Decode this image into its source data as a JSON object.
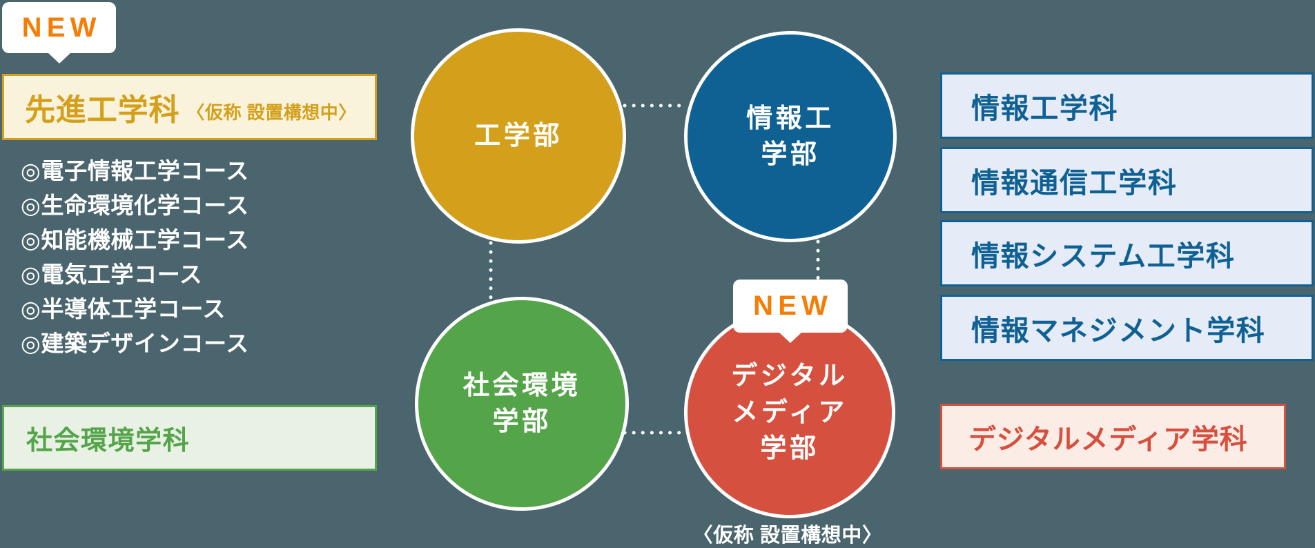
{
  "colors": {
    "background": "#4b656e",
    "gold": "#d4a01c",
    "gold_bg": "#faf3dc",
    "blue": "#0f6193",
    "blue_bg": "#e6ecf7",
    "green": "#54a44a",
    "green_bg": "#e9f1e5",
    "red": "#d5503e",
    "red_bg": "#fcece6",
    "orange": "#f57d05",
    "connector": "#ffffff"
  },
  "left_panel": {
    "new_badge": "NEW",
    "advanced_dept_box": {
      "title": "先進工学科",
      "note": "〈仮称 設置構想中〉"
    },
    "courses": [
      "◎電子情報工学コース",
      "◎生命環境化学コース",
      "◎知能機械工学コース",
      "◎電気工学コース",
      "◎半導体工学コース",
      "◎建築デザインコース"
    ],
    "social_env_dept_box": "社会環境学科"
  },
  "faculty_circles": {
    "engineering": "工学部",
    "information": "情報工\n学部",
    "social_environment": "社会環境\n学部",
    "digital_media": "デジタル\nメディア\n学部",
    "digital_media_new_badge": "NEW",
    "digital_media_note": "〈仮称 設置構想中〉"
  },
  "right_panel": {
    "information_departments": [
      "情報工学科",
      "情報通信工学科",
      "情報システム工学科",
      "情報マネジメント学科"
    ],
    "digital_media_department": "デジタルメディア学科"
  }
}
